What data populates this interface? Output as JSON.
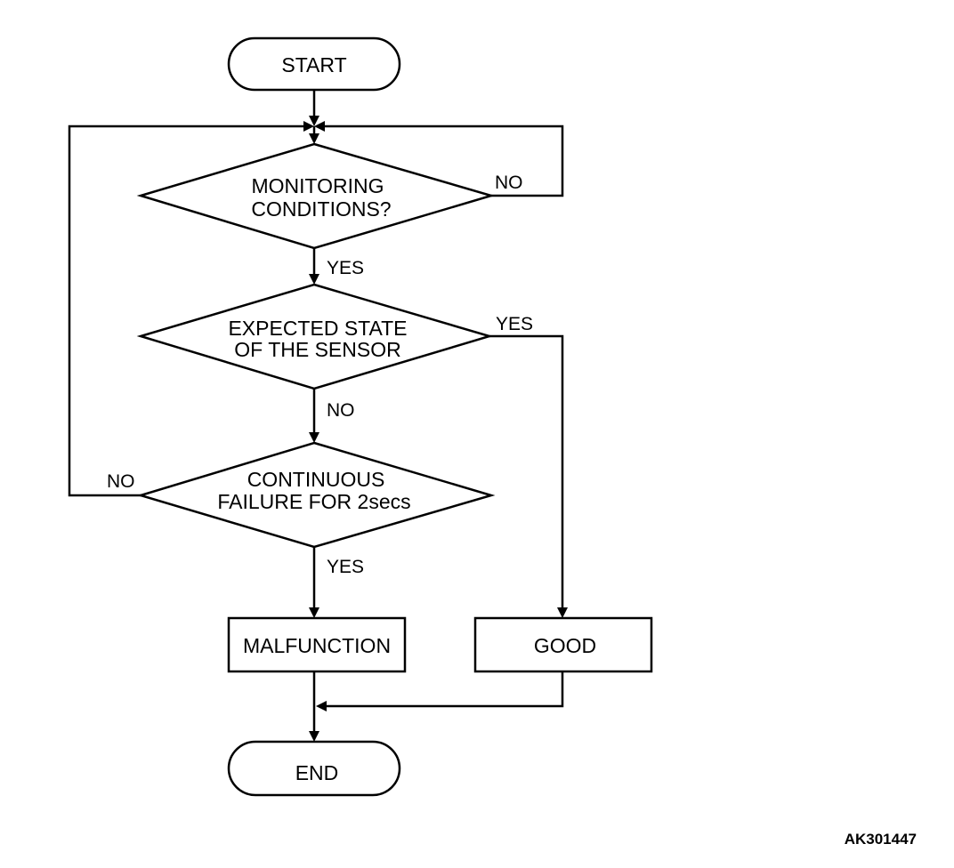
{
  "nodes": {
    "start": "START",
    "monitoring_line1": "MONITORING",
    "monitoring_line2": "CONDITIONS?",
    "expected_line1": "EXPECTED STATE",
    "expected_line2": "OF THE SENSOR",
    "continuous_line1": "CONTINUOUS",
    "continuous_line2": "FAILURE FOR 2secs",
    "malfunction": "MALFUNCTION",
    "good": "GOOD",
    "end": "END"
  },
  "edges": {
    "monitoring_no": "NO",
    "monitoring_yes": "YES",
    "expected_yes": "YES",
    "expected_no": "NO",
    "continuous_no": "NO",
    "continuous_yes": "YES"
  },
  "figure_id": "AK301447"
}
